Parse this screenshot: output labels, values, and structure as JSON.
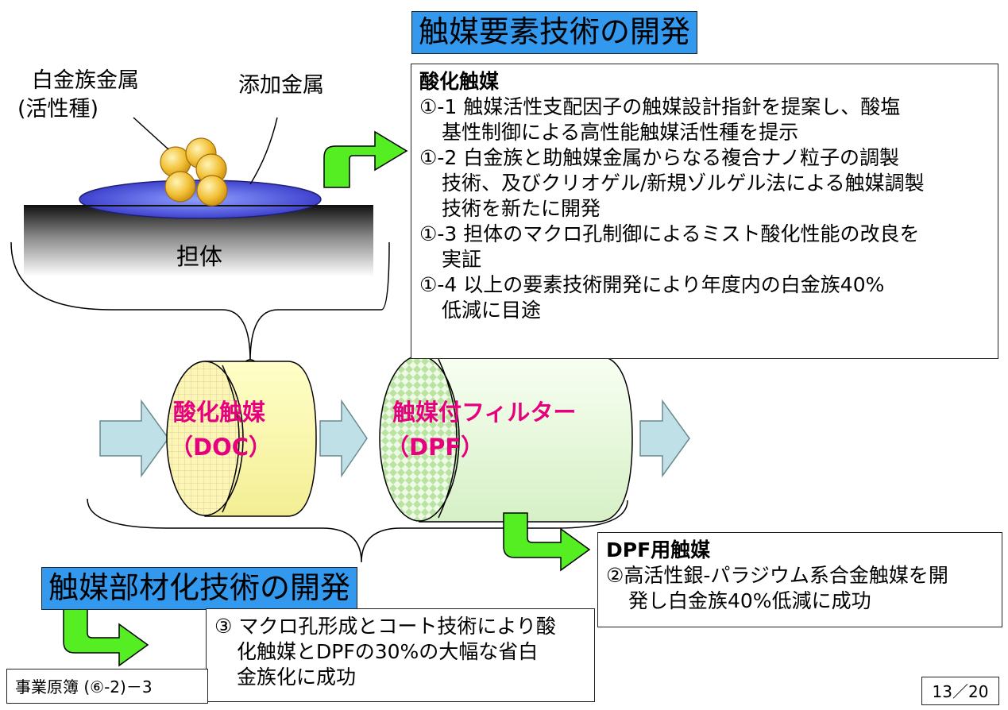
{
  "top_title": "触媒要素技術の開発",
  "bottom_title": "触媒部材化技術の開発",
  "labels": {
    "platinum_group": "白金族金属",
    "active_species": "(活性種)",
    "additive_metal": "添加金属",
    "support": "担体"
  },
  "doc": {
    "line1": "酸化触媒",
    "line2": "（DOC）"
  },
  "dpf": {
    "line1": "触媒付フィルター",
    "line2": "（DPF）"
  },
  "oxidation_box": {
    "heading": "酸化触媒",
    "lines": [
      "①-1  触媒活性支配因子の触媒設計指針を提案し、酸塩",
      "基性制御による高性能触媒活性種を提示",
      "①-2  白金族と助触媒金属からなる複合ナノ粒子の調製",
      "技術、及びクリオゲル/新規ゾルゲル法による触媒調製",
      "技術を新たに開発",
      "①-3  担体のマクロ孔制御によるミスト酸化性能の改良を",
      "実証",
      "①-4  以上の要素技術開発により年度内の白金族40%",
      "低減に目途"
    ]
  },
  "dpf_box": {
    "heading": "DPF用触媒",
    "lines": [
      "②高活性銀-パラジウム系合金触媒を開",
      "発し白金族40%低減に成功"
    ]
  },
  "member_box": {
    "lines": [
      "③  マクロ孔形成とコート技術により酸",
      "化触媒とDPFの30%の大幅な省白",
      "金族化に成功"
    ]
  },
  "source_ref": "事業原簿 (⑥-2)－3",
  "page_number": "13／20",
  "colors": {
    "title_bg": "#3399ee",
    "arrow_green": "#55ee22",
    "flow_arrow": "#bfe0e6",
    "doc_face": "#f7f3a4",
    "dpf_face": "#eef8e4",
    "support_plate": "#808080",
    "additive_blue": "#3333cc",
    "particle_gold": "#f2c035",
    "label_magenta": "#e6007e"
  }
}
